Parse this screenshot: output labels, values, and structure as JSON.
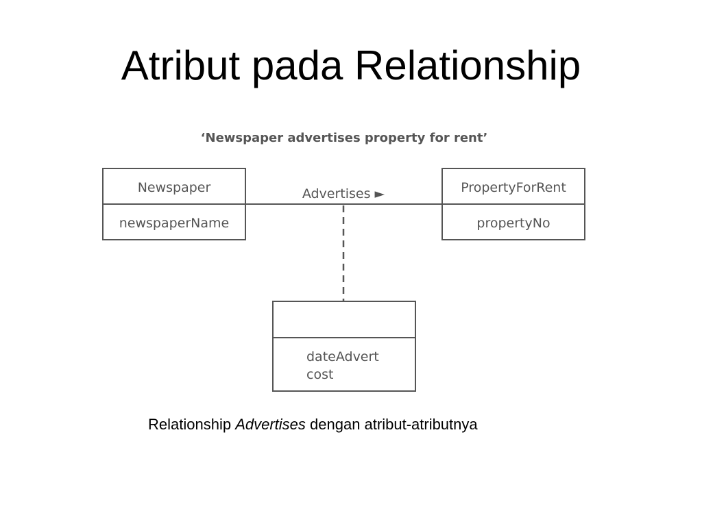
{
  "slide": {
    "title": "Atribut pada Relationship"
  },
  "diagram": {
    "heading": "‘Newspaper advertises property for rent’",
    "entities": [
      {
        "name": "Newspaper",
        "attributes": [
          "newspaperName"
        ]
      },
      {
        "name": "PropertyForRent",
        "attributes": [
          "propertyNo"
        ]
      }
    ],
    "relationship": {
      "label": "Advertises ►",
      "association_class": {
        "name": "",
        "attributes": [
          "dateAdvert",
          "cost"
        ]
      }
    },
    "colors": {
      "line": "#555555",
      "text": "#555555"
    }
  },
  "caption": {
    "prefix": "Relationship ",
    "emphasis": "Advertises",
    "suffix": " dengan atribut-atributnya"
  }
}
